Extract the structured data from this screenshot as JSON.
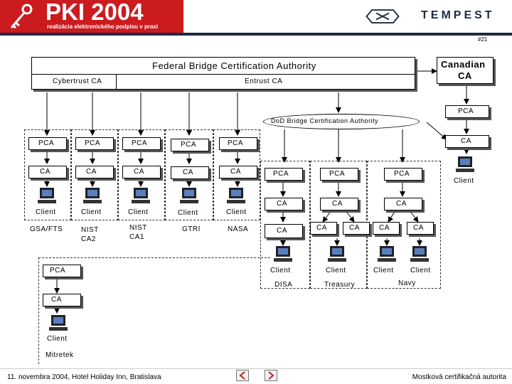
{
  "header": {
    "title": "PKI 2004",
    "subtitle": "realizácia elektronického podpisu v praxi",
    "brand": "TEMPEST",
    "slide_number": "#21",
    "colors": {
      "banner": "#cc1b1f",
      "brand": "#1f2a44"
    }
  },
  "diagram": {
    "fbca": "Federal Bridge Certification Authority",
    "cybertrust_ca": "Cybertrust CA",
    "entrust_ca": "Entrust CA",
    "canadian_ca": [
      "Canadian",
      "CA"
    ],
    "dod_bridge": "DoD Bridge Certification Authority",
    "pca": "PCA",
    "ca": "CA",
    "client": "Client",
    "groups": [
      "GSA/FTS",
      "NIST CA2",
      "NIST CA1",
      "GTRI",
      "NASA"
    ],
    "dod_groups": [
      "DISA",
      "Treasury",
      "Navy"
    ],
    "mitretek": "Mitretek"
  },
  "footer": {
    "left": "11. novembra 2004, Hotel Holiday Inn, Bratislava",
    "right": "Mostková certifikačná autorita"
  }
}
